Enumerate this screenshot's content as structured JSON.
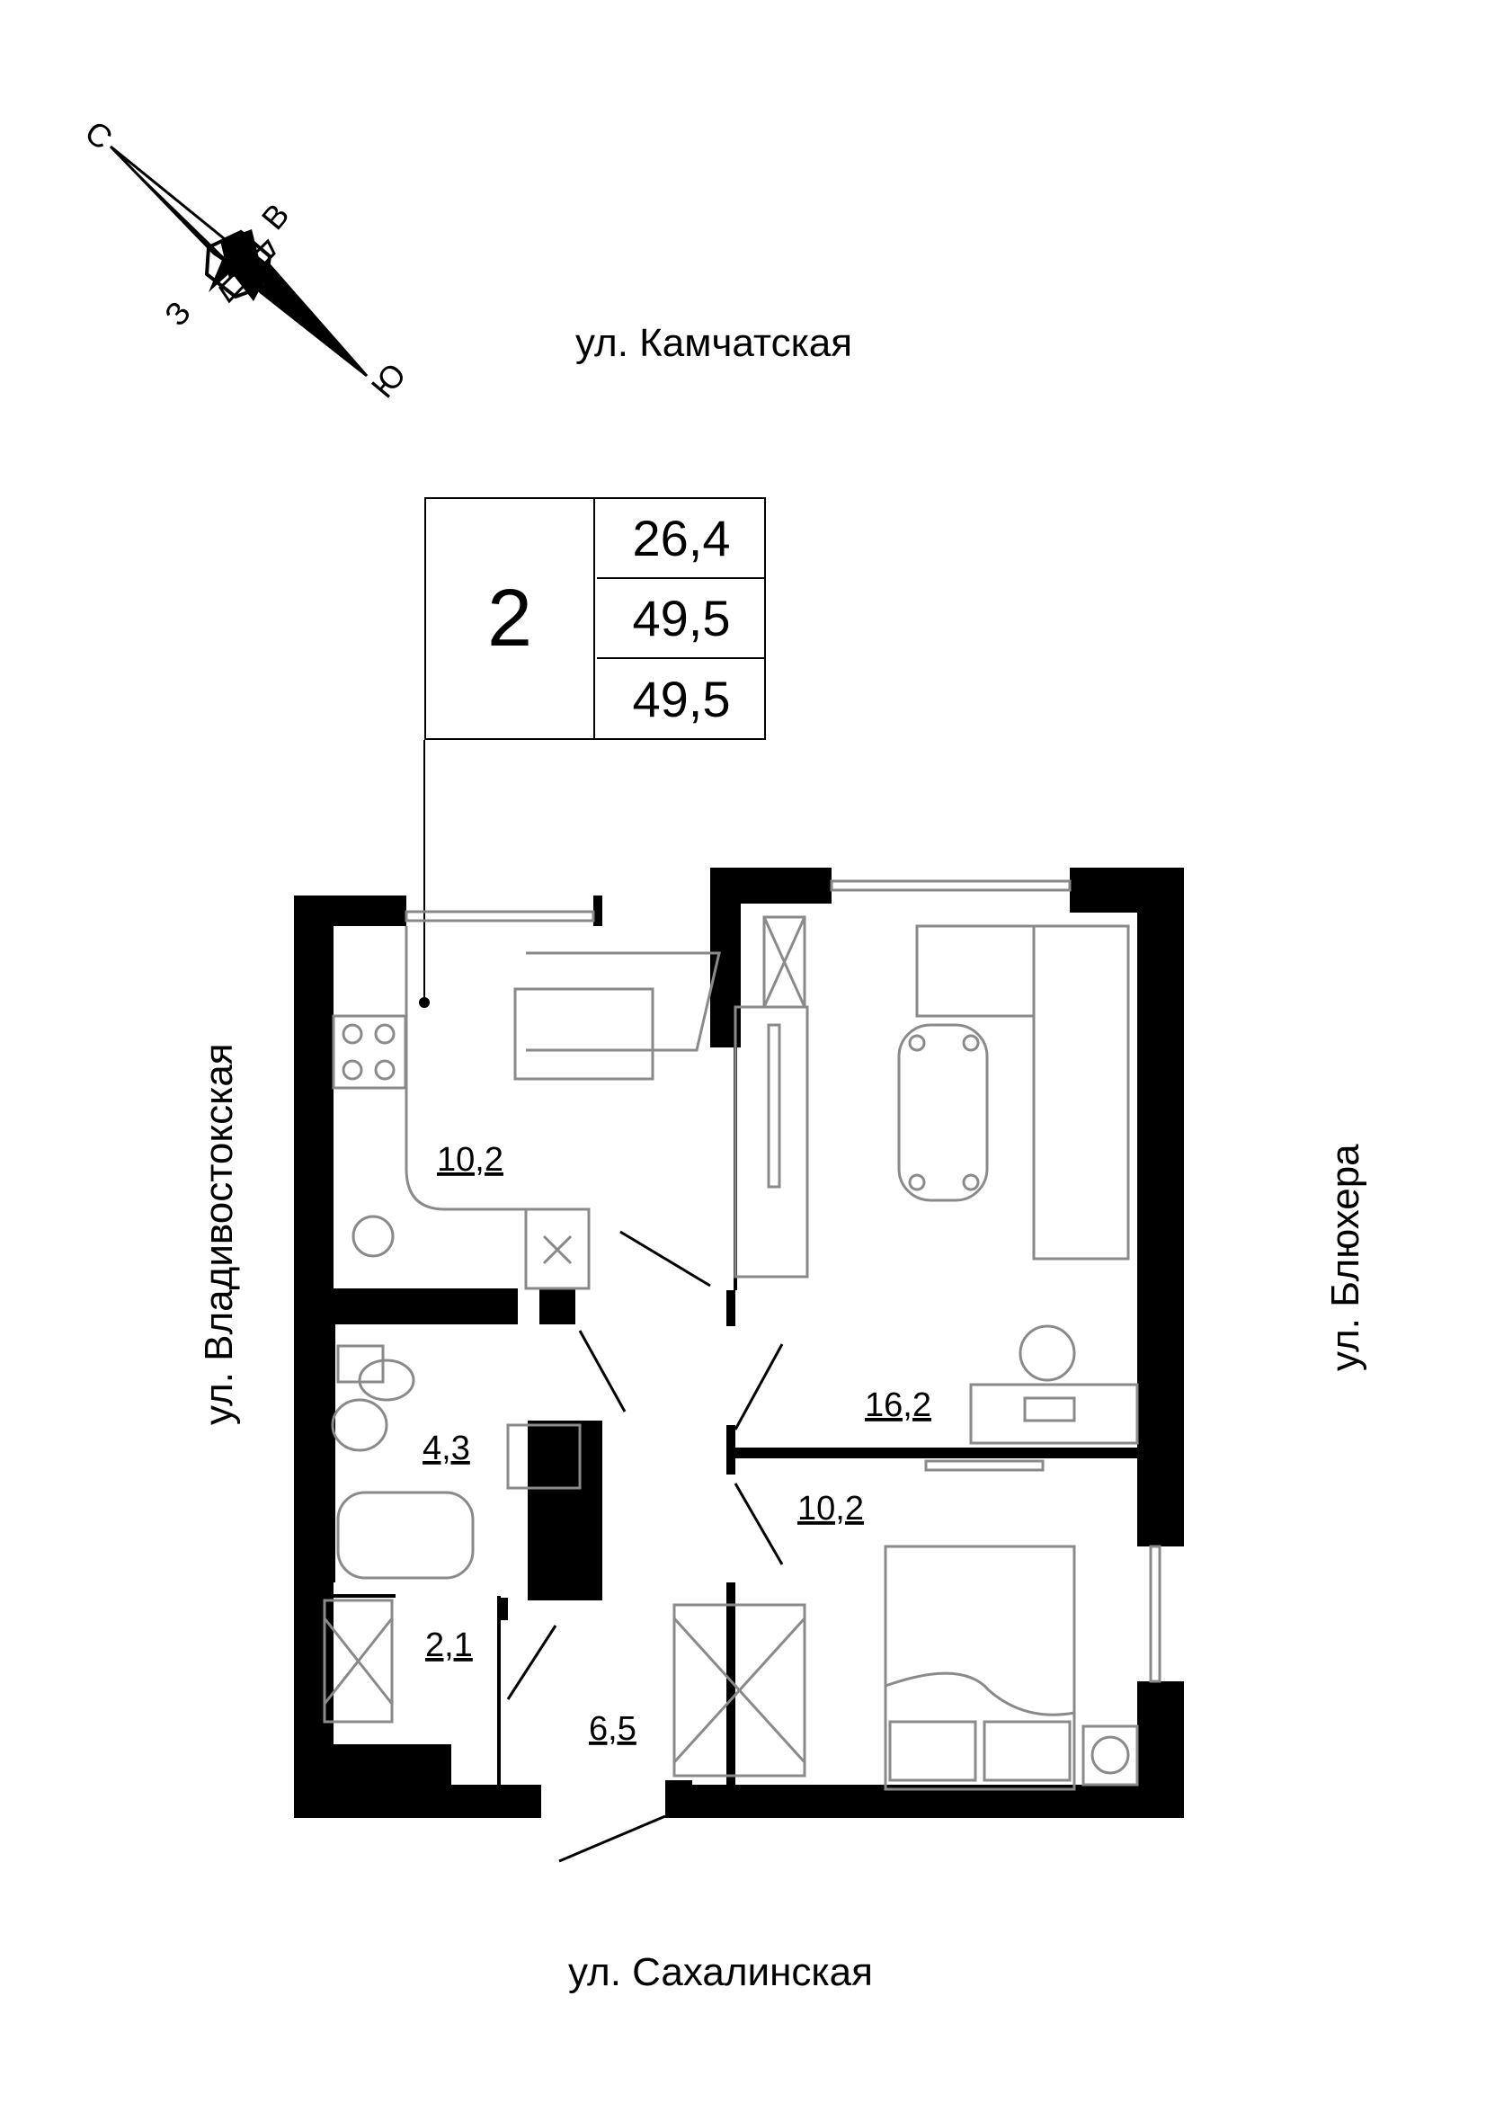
{
  "compass": {
    "north": "С",
    "east": "В",
    "south": "Ю",
    "west": "З"
  },
  "streets": {
    "top": "ул. Камчатская",
    "bottom": "ул. Сахалинская",
    "left": "ул. Владивостокская",
    "right": "ул. Блюхера"
  },
  "apartment": {
    "rooms": "2",
    "living_area": "26,4",
    "total_area": "49,5",
    "area_with_balcony": "49,5"
  },
  "room_areas": {
    "kitchen": "10,2",
    "living_room": "16,2",
    "bedroom": "10,2",
    "bathroom": "4,3",
    "storage": "2,1",
    "hallway": "6,5"
  },
  "colors": {
    "wall": "#000000",
    "furniture": "#8a8a8a",
    "background": "#ffffff"
  }
}
